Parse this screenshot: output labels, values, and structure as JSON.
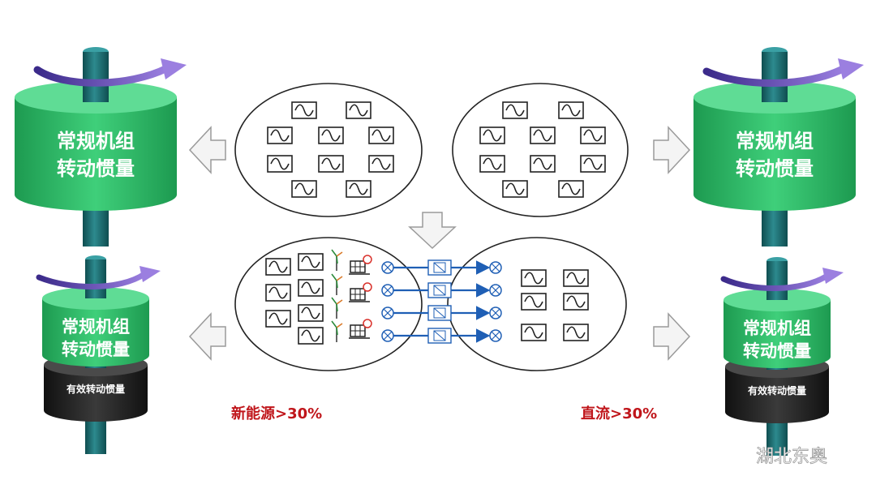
{
  "units": {
    "tl": {
      "line1": "常规机组",
      "line2": "转动惯量"
    },
    "tr": {
      "line1": "常规机组",
      "line2": "转动惯量"
    },
    "bl": {
      "line1": "常规机组",
      "line2": "转动惯量",
      "effective": "有效转动惯量"
    },
    "br": {
      "line1": "常规机组",
      "line2": "转动惯量",
      "effective": "有效转动惯量"
    }
  },
  "captions": {
    "left": "新能源>30%",
    "right": "直流>30%"
  },
  "watermark": {
    "text": "湖北东奥"
  },
  "colors": {
    "green": "#2fb866",
    "green_dark": "#1f8f4c",
    "shaft": "#1e6f73",
    "arrow_purple": "#6a4fb0",
    "dc_blue": "#1f5fb5",
    "red": "#c0161b"
  }
}
